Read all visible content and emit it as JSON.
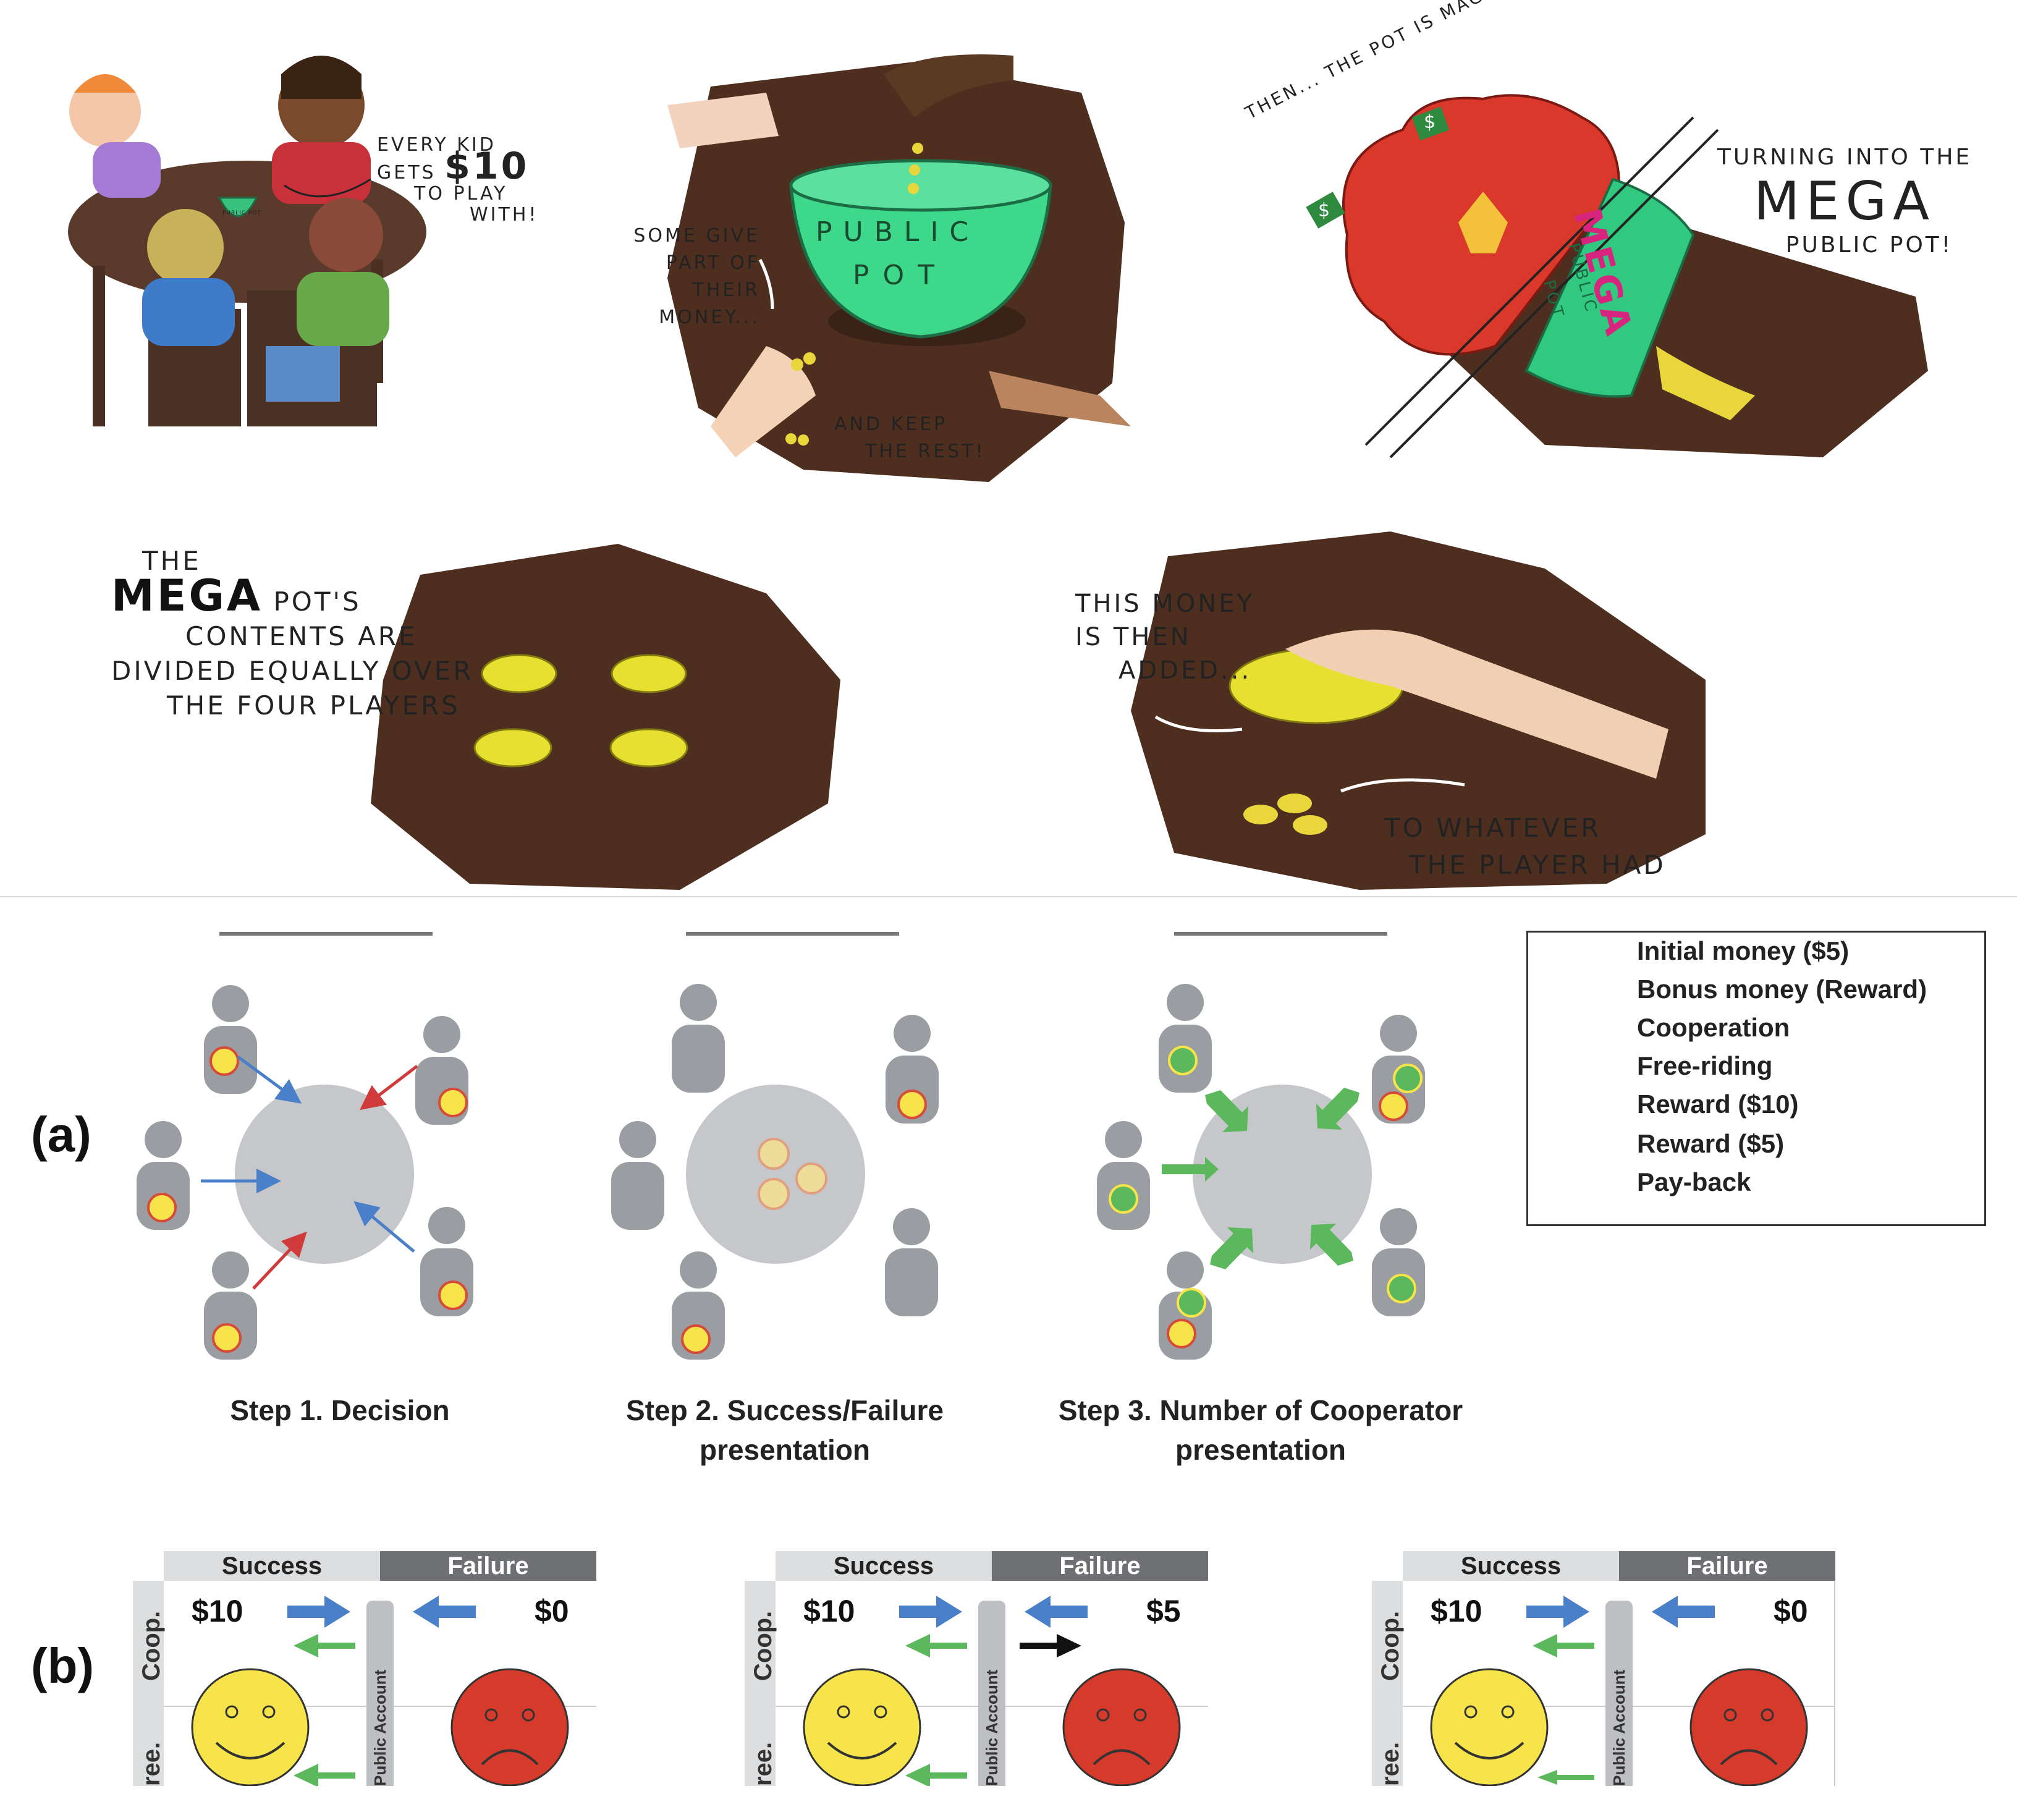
{
  "comic": {
    "panel1_text": [
      "EVERY KID",
      "GETS",
      "$10",
      "TO PLAY",
      "WITH!"
    ],
    "panel1_pot_label": "PUBLIC POT",
    "panel2_bowl": [
      "PUBLIC",
      "POT"
    ],
    "panel2_text_left": [
      "SOME GIVE",
      "PART OF",
      "THEIR MONEY..."
    ],
    "panel2_text_right": [
      "AND KEEP",
      "THE REST!"
    ],
    "panel3_arc": "THEN... THE POT IS MAGICALLY MULTIPLIED...",
    "panel3_text": [
      "TURNING INTO THE",
      "MEGA",
      "PUBLIC POT!"
    ],
    "panel3_pot": [
      "MEGA",
      "PUBLIC",
      "POT"
    ],
    "panel3_bill": "$",
    "panel4_text": [
      "THE",
      "MEGA",
      "POT'S",
      "CONTENTS ARE",
      "DIVIDED EQUALLY OVER",
      "THE FOUR PLAYERS"
    ],
    "panel5_text_left": [
      "THIS MONEY",
      "IS THEN",
      "ADDED..."
    ],
    "panel5_text_right": [
      "TO WHATEVER",
      "THE PLAYER HAD"
    ]
  },
  "part_a": {
    "label": "(a)",
    "steps": [
      {
        "title": "Step 1. Decision"
      },
      {
        "title": "Step 2. Success/Failure",
        "title2": "presentation"
      },
      {
        "title": "Step 3. Number of Cooperator",
        "title2": "presentation"
      }
    ],
    "legend": [
      {
        "icon": "yellow-coin-icon",
        "label": "Initial money ($5)"
      },
      {
        "icon": "green-coin-icon",
        "label": "Bonus money (Reward)"
      },
      {
        "icon": "blue-arrow-icon",
        "label": "Cooperation"
      },
      {
        "icon": "red-arrow-icon",
        "label": "Free-riding"
      },
      {
        "icon": "green-thick-arrow-icon",
        "label": "Reward ($10)"
      },
      {
        "icon": "green-thin-arrow-icon",
        "label": "Reward ($5)"
      },
      {
        "icon": "black-arrow-icon",
        "label": "Pay-back"
      }
    ],
    "colors": {
      "blue": "#4a7fc9",
      "red": "#d03a3a",
      "green": "#5cb85c",
      "yellow": "#f7e44a",
      "gray": "#9a9da1"
    }
  },
  "part_b": {
    "label": "(b)",
    "panels": [
      {
        "success": "Success",
        "failure": "Failure",
        "coop": "Coop.",
        "free": "ree.",
        "account": "Public Account",
        "success_value": "$10",
        "failure_value": "$0"
      },
      {
        "success": "Success",
        "failure": "Failure",
        "coop": "Coop.",
        "free": "ree.",
        "account": "Public Account",
        "success_value": "$10",
        "failure_value": "$5"
      },
      {
        "success": "Success",
        "failure": "Failure",
        "coop": "Coop.",
        "free": "ree.",
        "account": "Public Account",
        "success_value": "$10",
        "failure_value": "$0"
      }
    ]
  }
}
